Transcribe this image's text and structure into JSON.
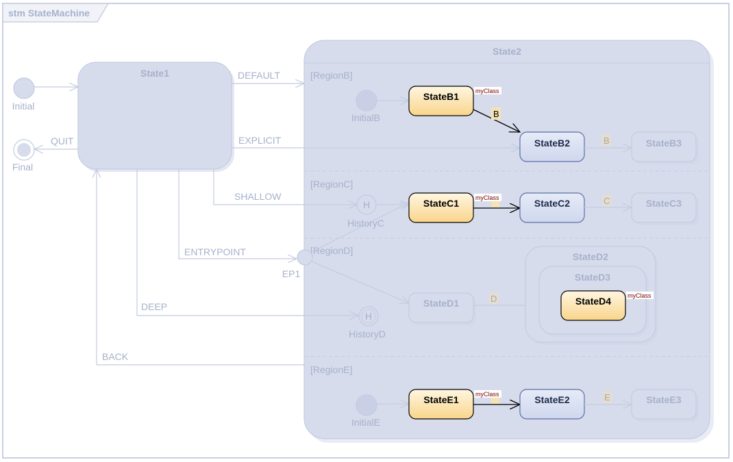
{
  "diagram": {
    "title": "stm StateMachine",
    "pseudo": {
      "initial": "Initial",
      "final": "Final",
      "initial_b": "InitialB",
      "initial_e": "InitialE",
      "history_c": "HistoryC",
      "history_d": "HistoryD",
      "history_symbol": "H",
      "ep1": "EP1"
    },
    "states": {
      "state1": "State1",
      "state2": "State2",
      "b1": "StateB1",
      "b2": "StateB2",
      "b3": "StateB3",
      "c1": "StateC1",
      "c2": "StateC2",
      "c3": "StateC3",
      "d1": "StateD1",
      "d2": "StateD2",
      "d3": "StateD3",
      "d4": "StateD4",
      "e1": "StateE1",
      "e2": "StateE2",
      "e3": "StateE3"
    },
    "regions": {
      "b": "[RegionB]",
      "c": "[RegionC]",
      "d": "[RegionD]",
      "e": "[RegionE]"
    },
    "transitions": {
      "default": "DEFAULT",
      "explicit": "EXPLICIT",
      "quit": "QUIT",
      "shallow": "SHALLOW",
      "entrypoint": "ENTRYPOINT",
      "deep": "DEEP",
      "back": "BACK"
    },
    "triggers": {
      "b": "B",
      "c": "C",
      "d": "D",
      "e": "E"
    },
    "tag": "myClass"
  },
  "colors": {
    "frame": "#c8cfe3",
    "faded_fill": "#d6dcec",
    "faded_stroke": "#c3cbe0",
    "active_fill_top": "#fff4dc",
    "active_fill_bottom": "#fbd98e",
    "blue_fill": "#d8def0",
    "blue_stroke": "#5b6fa5",
    "text_faded": "#a6b1cb"
  }
}
